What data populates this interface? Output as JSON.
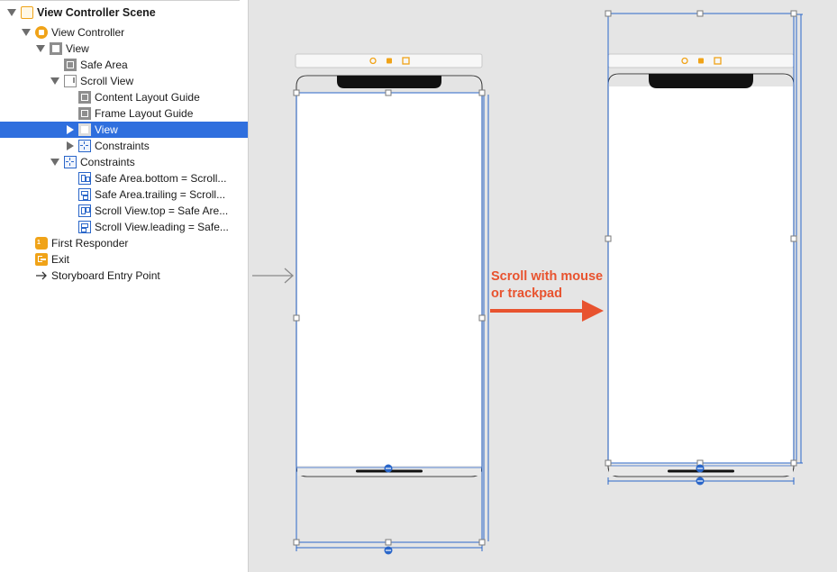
{
  "outline": {
    "scene": "View Controller Scene",
    "view_controller": "View Controller",
    "view": "View",
    "safe_area": "Safe Area",
    "scroll_view": "Scroll View",
    "content_layout_guide": "Content Layout Guide",
    "frame_layout_guide": "Frame Layout Guide",
    "inner_view": "View",
    "inner_constraints": "Constraints",
    "constraints": "Constraints",
    "constraint_items": [
      "Safe Area.bottom = Scroll...",
      "Safe Area.trailing = Scroll...",
      "Scroll View.top = Safe Are...",
      "Scroll View.leading = Safe..."
    ],
    "first_responder": "First Responder",
    "exit": "Exit",
    "entry_point": "Storyboard Entry Point"
  },
  "canvas": {
    "annotation_line1": "Scroll with mouse",
    "annotation_line2": "or trackpad"
  },
  "colors": {
    "selection": "#2f6fde",
    "annotation": "#e8532f",
    "constraint_blue": "#2a66c9",
    "icon_orange": "#f0a318",
    "icon_gray": "#8e8e8e"
  }
}
